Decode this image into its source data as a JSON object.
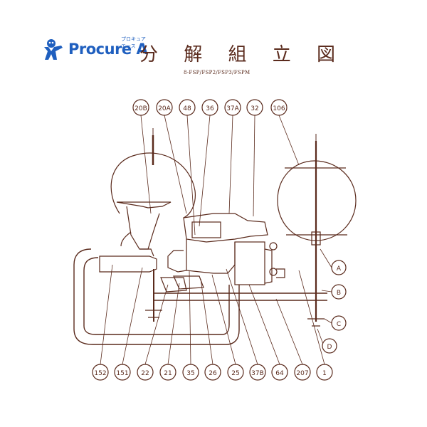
{
  "brand": {
    "name": "Procure A",
    "kana": "プロキュアエース",
    "color": "#1f5fbf"
  },
  "header": {
    "title": "分 解 組 立 図",
    "subtitle": "8-FSP/FSP2/FSP3/FSPM"
  },
  "colors": {
    "line": "#5a2a1c",
    "bg": "#ffffff"
  },
  "callouts_top": [
    "20B",
    "20A",
    "48",
    "36",
    "37A",
    "32",
    "106"
  ],
  "callouts_bottom": [
    "152",
    "151",
    "22",
    "21",
    "35",
    "26",
    "25",
    "37B",
    "64",
    "207",
    "1"
  ],
  "callouts_side": [
    "A",
    "B",
    "C",
    "D"
  ]
}
